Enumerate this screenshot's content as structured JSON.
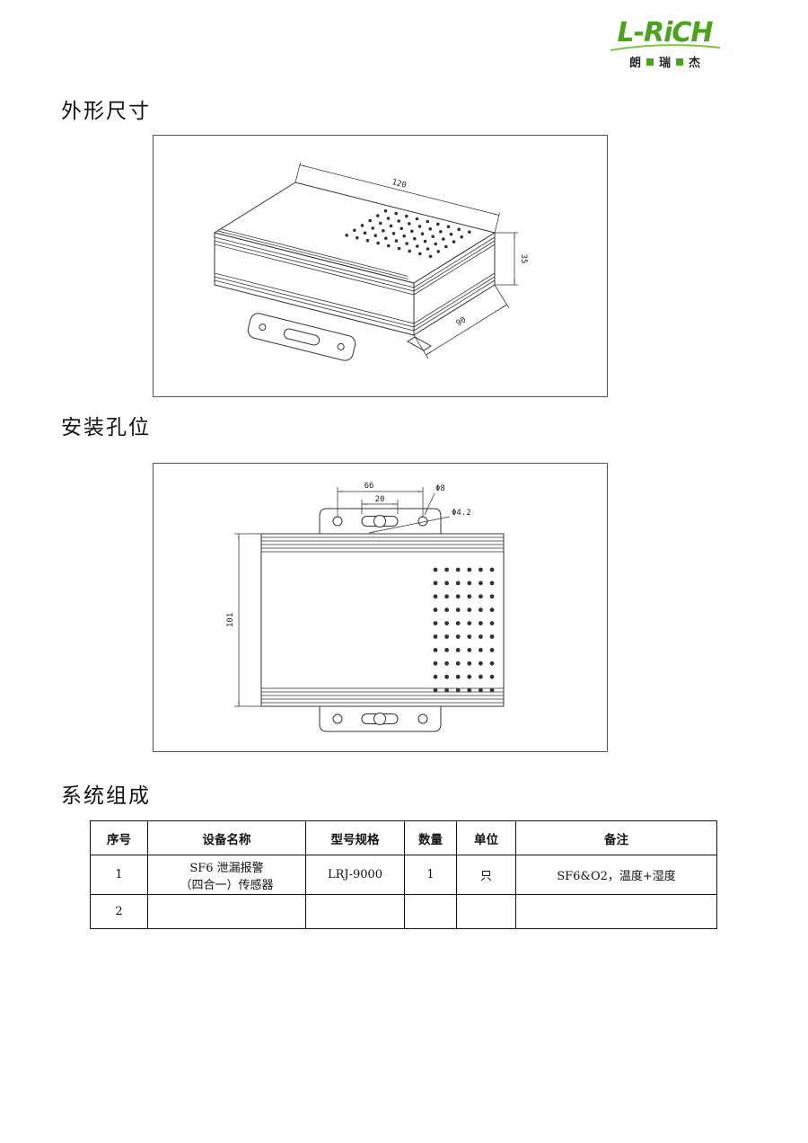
{
  "logo": {
    "brand": "L-RiCH",
    "sub_chars": [
      "朗",
      "瑞",
      "杰"
    ],
    "brand_color": "#4aa21d"
  },
  "sections": {
    "outline": {
      "title": "外形尺寸"
    },
    "mounting": {
      "title": "安装孔位"
    },
    "system": {
      "title": "系统组成"
    }
  },
  "drawing1": {
    "dims": {
      "length": "120",
      "height": "35",
      "depth": "90"
    }
  },
  "drawing2": {
    "dims": {
      "hole_spacing": "66",
      "slot_length": "20",
      "hole_large": "Φ8",
      "hole_small": "Φ4.2",
      "body_height": "101"
    }
  },
  "table": {
    "headers": [
      "序号",
      "设备名称",
      "型号规格",
      "数量",
      "单位",
      "备注"
    ],
    "rows": [
      {
        "no": "1",
        "name": "SF6 泄漏报警\n（四合一）传感器",
        "model": "LRJ-9000",
        "qty": "1",
        "unit": "只",
        "note": "SF6&O2，温度+湿度"
      },
      {
        "no": "2",
        "name": "",
        "model": "",
        "qty": "",
        "unit": "",
        "note": ""
      }
    ]
  }
}
